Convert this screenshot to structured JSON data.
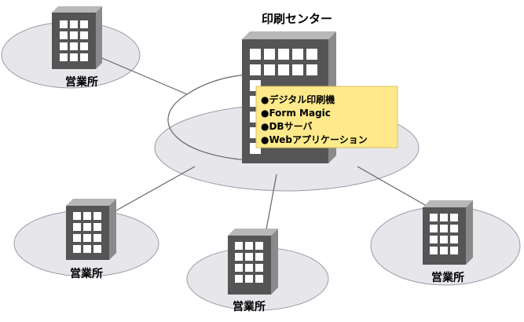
{
  "center": {
    "title": "印刷センター",
    "features": [
      "●デジタル印刷機",
      "●Form Magic",
      "●DBサーバ",
      "●Webアプリケーション"
    ]
  },
  "offices": [
    {
      "label": "営業所"
    },
    {
      "label": "営業所"
    },
    {
      "label": "営業所"
    },
    {
      "label": "営業所"
    }
  ],
  "colors": {
    "ellipse_fill": "#e6e6eb",
    "ellipse_stroke": "#9a9aa6",
    "building_front": "#555555",
    "building_side": "#8a8a8a",
    "building_top": "#b8b8b8",
    "window": "#ffffff",
    "infobox_fill": "#ffe98a",
    "line": "#666666"
  }
}
